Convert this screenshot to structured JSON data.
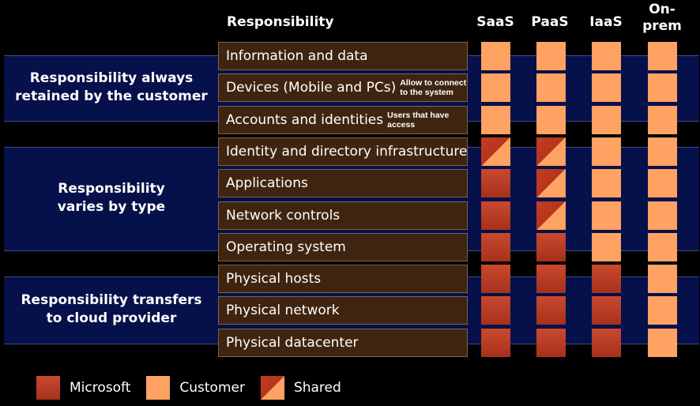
{
  "header": {
    "responsibility": "Responsibility",
    "columns": [
      "SaaS",
      "PaaS",
      "IaaS",
      "On-\nprem"
    ]
  },
  "groups": [
    {
      "label": "Responsibility always\nretained by the customer"
    },
    {
      "label": "Responsibility\nvaries by type"
    },
    {
      "label": "Responsibility transfers\nto cloud provider"
    }
  ],
  "rows": [
    {
      "label": "Information and data",
      "note": "",
      "cells": [
        "customer",
        "customer",
        "customer",
        "customer"
      ]
    },
    {
      "label": "Devices (Mobile and PCs)",
      "note": "Allow to connect\nto the system",
      "cells": [
        "customer",
        "customer",
        "customer",
        "customer"
      ]
    },
    {
      "label": "Accounts and identities",
      "note": "Users that have\naccess",
      "cells": [
        "customer",
        "customer",
        "customer",
        "customer"
      ]
    },
    {
      "label": "Identity and directory infrastructure",
      "note": "",
      "cells": [
        "shared",
        "shared",
        "customer",
        "customer"
      ]
    },
    {
      "label": "Applications",
      "note": "",
      "cells": [
        "microsoft",
        "shared",
        "customer",
        "customer"
      ]
    },
    {
      "label": "Network controls",
      "note": "",
      "cells": [
        "microsoft",
        "shared",
        "customer",
        "customer"
      ]
    },
    {
      "label": "Operating system",
      "note": "",
      "cells": [
        "microsoft",
        "microsoft",
        "customer",
        "customer"
      ]
    },
    {
      "label": "Physical hosts",
      "note": "",
      "cells": [
        "microsoft",
        "microsoft",
        "microsoft",
        "customer"
      ]
    },
    {
      "label": "Physical network",
      "note": "",
      "cells": [
        "microsoft",
        "microsoft",
        "microsoft",
        "customer"
      ]
    },
    {
      "label": "Physical datacenter",
      "note": "",
      "cells": [
        "microsoft",
        "microsoft",
        "microsoft",
        "customer"
      ]
    }
  ],
  "legend": [
    {
      "key": "microsoft",
      "label": "Microsoft"
    },
    {
      "key": "customer",
      "label": "Customer"
    },
    {
      "key": "shared",
      "label": "Shared"
    }
  ],
  "colors": {
    "microsoft": "#b73a20",
    "customer": "#ffa262",
    "shared": "split",
    "band": "#06104a",
    "row": "#3f2510"
  }
}
